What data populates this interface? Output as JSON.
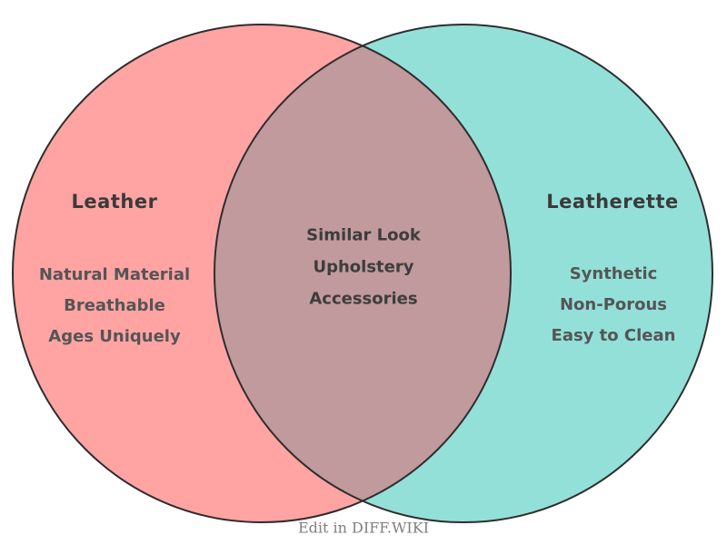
{
  "venn": {
    "left": {
      "title": "Leather",
      "items": [
        "Natural Material",
        "Breathable",
        "Ages Uniquely"
      ],
      "color": "#FFA4A3"
    },
    "right": {
      "title": "Leatherette",
      "items": [
        "Synthetic",
        "Non-Porous",
        "Easy to Clean"
      ],
      "color": "#93E0D9"
    },
    "overlap": {
      "items": [
        "Similar Look",
        "Upholstery",
        "Accessories"
      ],
      "color": "#C19A9D"
    },
    "stroke_color": "#2E2E2E",
    "footer_label": "Edit in DIFF.WIKI"
  }
}
